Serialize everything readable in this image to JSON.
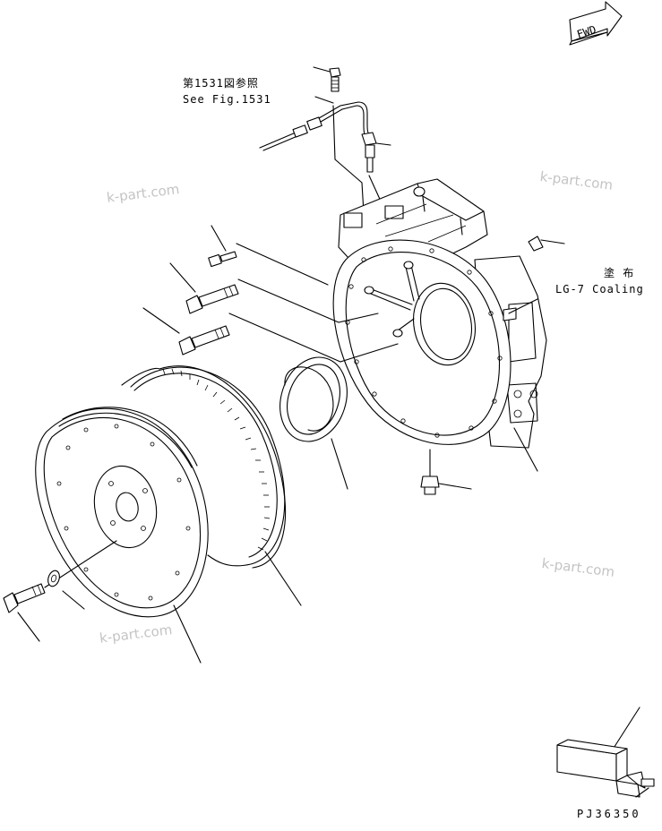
{
  "labels": {
    "see_fig_jp": "第1531図参照",
    "see_fig_en": "See Fig.1531",
    "coating_jp": "塗 布",
    "coating_en": "LG-7 Coaling",
    "fwd": "FWD",
    "drawing_number": "PJ36350"
  },
  "watermarks": [
    "k-part.com",
    "k-part.com",
    "k-part.com",
    "k-part.com"
  ],
  "icons": {
    "direction": "fwd-arrow-icon",
    "reference": "index-key-icon"
  }
}
